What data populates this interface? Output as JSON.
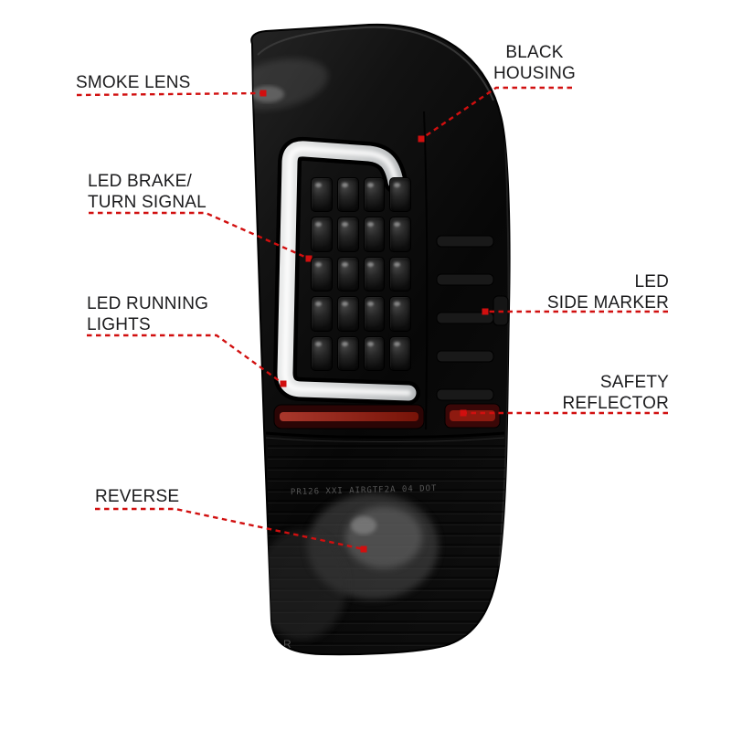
{
  "title": "Tail light feature callout diagram",
  "colors": {
    "background": "#ffffff",
    "callout_red": "#d10f0f",
    "label_text": "#1b1b1d",
    "housing_black": "#0b0b0b",
    "light_bar_gray": "#cfd2d4",
    "reflector_red": "#8e1a10"
  },
  "labels": {
    "smoke_lens": {
      "lines": [
        "SMOKE LENS"
      ]
    },
    "black_housing": {
      "lines": [
        "BLACK",
        "HOUSING"
      ]
    },
    "led_brake_turn_signal": {
      "lines": [
        "LED BRAKE/",
        "TURN SIGNAL"
      ]
    },
    "led_running_lights": {
      "lines": [
        "LED RUNNING",
        "LIGHTS"
      ]
    },
    "led_side_marker": {
      "lines": [
        "LED",
        "SIDE MARKER"
      ]
    },
    "safety_reflector": {
      "lines": [
        "SAFETY",
        "REFLECTOR"
      ]
    },
    "reverse": {
      "lines": [
        "REVERSE"
      ]
    }
  },
  "etched_markings": {
    "lens_code": "PR126 XXI AIRGTF2A 04 DOT",
    "side_letter": "R"
  }
}
